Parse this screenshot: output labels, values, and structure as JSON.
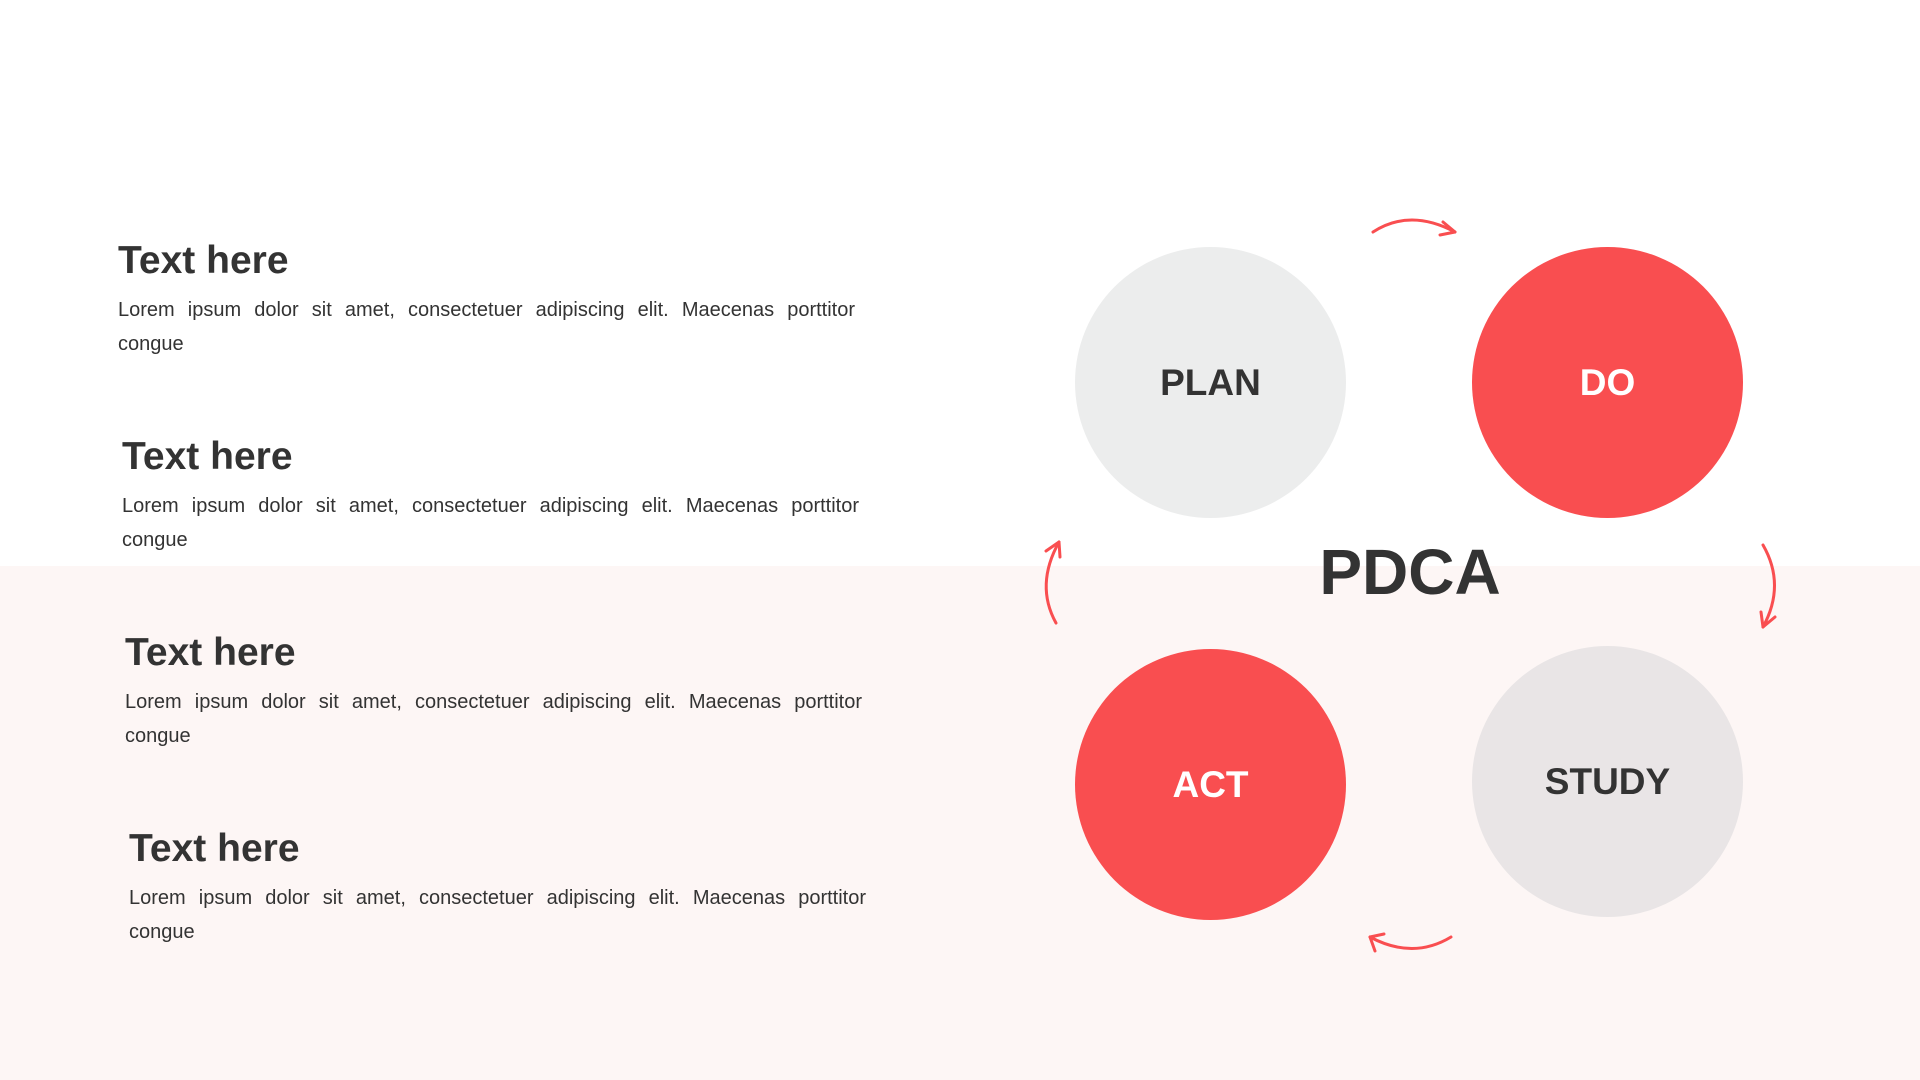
{
  "items": [
    {
      "title": "Text here",
      "body": "Lorem ipsum dolor sit amet, consectetuer adipiscing elit. Maecenas porttitor congue"
    },
    {
      "title": "Text here",
      "body": "Lorem ipsum dolor sit amet, consectetuer adipiscing elit. Maecenas porttitor congue"
    },
    {
      "title": "Text here",
      "body": "Lorem ipsum dolor sit amet, consectetuer adipiscing elit. Maecenas porttitor congue"
    },
    {
      "title": "Text here",
      "body": "Lorem ipsum dolor sit amet, consectetuer adipiscing elit. Maecenas porttitor congue"
    }
  ],
  "cycle": {
    "center": "PDCA",
    "plan": "PLAN",
    "do": "DO",
    "study": "STUDY",
    "act": "ACT"
  },
  "colors": {
    "accent": "#f94e50",
    "circle_light": "#eceded",
    "circle_light_alt": "#e9e5e6",
    "text_dark": "#333333",
    "background_bottom": "#fdf6f5"
  },
  "icons": [
    "curved-arrow-icon"
  ]
}
